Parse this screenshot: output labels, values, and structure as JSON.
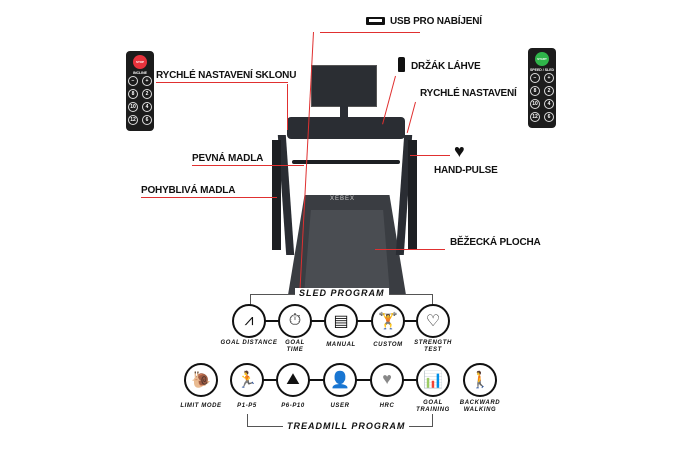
{
  "callouts": {
    "usb": "USB PRO NABÍJENÍ",
    "incline": "RYCHLÉ NASTAVENÍ SKLONU",
    "bottle": "DRŽÁK LÁHVE",
    "quick": "RYCHLÉ NASTAVENÍ",
    "pulse": "HAND-PULSE",
    "fixed_handles": "PEVNÁ MADLA",
    "moving_handles": "POHYBLIVÁ MADLA",
    "deck": "BĚŽECKÁ PLOCHA"
  },
  "brand": "XEBEX",
  "remote_left": {
    "main": "STOP",
    "label": "INCLINE",
    "buttons": [
      "−",
      "+",
      "8",
      "2",
      "10",
      "4",
      "12",
      "6"
    ],
    "color": "#e8323c"
  },
  "remote_right": {
    "main": "START",
    "label": "SPEED / SLED",
    "buttons": [
      "−",
      "+",
      "8",
      "2",
      "10",
      "4",
      "12",
      "6"
    ],
    "color": "#2fb54a"
  },
  "sled_program": {
    "title": "SLED PROGRAM",
    "items": [
      {
        "label": "GOAL DISTANCE",
        "icon": "road-icon"
      },
      {
        "label": "GOAL TIME",
        "icon": "stopwatch-icon"
      },
      {
        "label": "MANUAL",
        "icon": "sled-icon"
      },
      {
        "label": "CUSTOM",
        "icon": "push-sled-icon"
      },
      {
        "label": "STRENGTH TEST",
        "icon": "heart-sled-icon"
      }
    ]
  },
  "treadmill_program": {
    "title": "TREADMILL PROGRAM",
    "items": [
      {
        "label": "LIMIT MODE",
        "icon": "snail-icon"
      },
      {
        "label": "P1-P5",
        "icon": "runner-icon"
      },
      {
        "label": "P6-P10",
        "icon": "hill-runner-icon"
      },
      {
        "label": "USER",
        "icon": "user-icon"
      },
      {
        "label": "HRC",
        "icon": "heart-rate-icon"
      },
      {
        "label": "GOAL TRAINING",
        "icon": "bar-chart-icon"
      },
      {
        "label": "BACKWARD WALKING",
        "icon": "backward-walk-icon"
      }
    ]
  }
}
